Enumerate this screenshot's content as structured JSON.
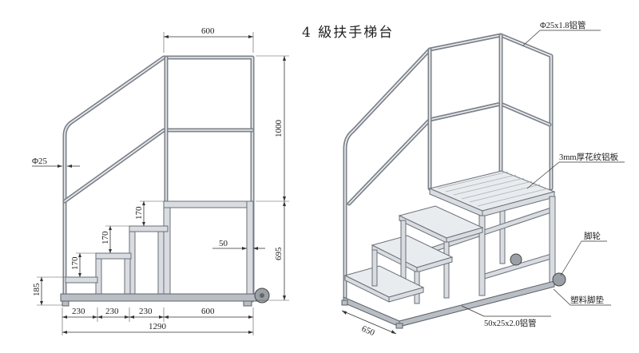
{
  "title": "4 級扶手梯台",
  "front_view": {
    "dims": {
      "top_width": "600",
      "height_1000": "1000",
      "height_695": "695",
      "step_170_a": "170",
      "step_170_b": "170",
      "step_170_c": "170",
      "base_185": "185",
      "tube_dia": "Φ25",
      "gap_50": "50",
      "bottom_230_a": "230",
      "bottom_230_b": "230",
      "bottom_230_c": "230",
      "bottom_600": "600",
      "total_1290": "1290"
    }
  },
  "iso_view": {
    "labels": {
      "tube_spec": "Φ25x1.8铝管",
      "tread_spec": "3mm厚花纹铝板",
      "wheel": "脚轮",
      "frame_spec": "50x25x2.0铝管",
      "foot_pad": "塑料脚垫",
      "depth_650": "650"
    }
  },
  "colors": {
    "tube": "#7d838a",
    "frame_fill": "#d9dde2",
    "line": "#333333"
  }
}
